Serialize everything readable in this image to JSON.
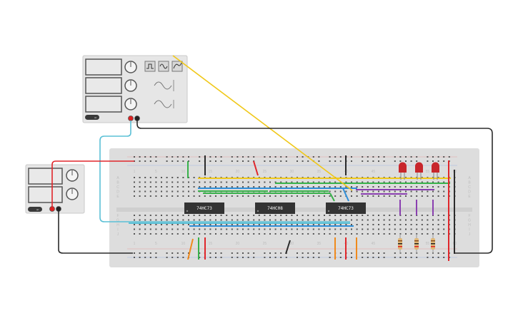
{
  "canvas": {
    "background": "#ffffff"
  },
  "colors": {
    "breadboard": "#dddddd",
    "instrument": "#e6e6e6",
    "display": "#e9e9e9",
    "wire_red": "#e0262b",
    "wire_black": "#2b2b2b",
    "wire_yellow": "#f0c819",
    "wire_green": "#38b24a",
    "wire_blue": "#2f8fd9",
    "wire_cyan": "#5bc0d6",
    "wire_purple": "#8a3fb0",
    "wire_orange": "#f08a1c",
    "led_red": "#c8262b",
    "chip": "#333333"
  },
  "function_generator": {
    "waveform_buttons": [
      "square-wave-icon",
      "sine-wave-icon",
      "triangle-wave-icon"
    ],
    "button_label": "on"
  },
  "power_supply": {
    "button_label": "on"
  },
  "breadboard": {
    "column_numbers": [
      "1",
      "5",
      "10",
      "15",
      "20",
      "25",
      "30",
      "35",
      "40",
      "45",
      "50",
      "55",
      "60"
    ],
    "row_letters_top": [
      "A",
      "B",
      "C",
      "D",
      "E"
    ],
    "row_letters_bottom": [
      "F",
      "G",
      "H",
      "I",
      "J"
    ]
  },
  "chips": [
    {
      "label": "74HC73"
    },
    {
      "label": "74HC08"
    },
    {
      "label": "74HC73"
    }
  ],
  "leds": {
    "count": 3,
    "color": "red"
  },
  "resistors": {
    "count": 3
  }
}
